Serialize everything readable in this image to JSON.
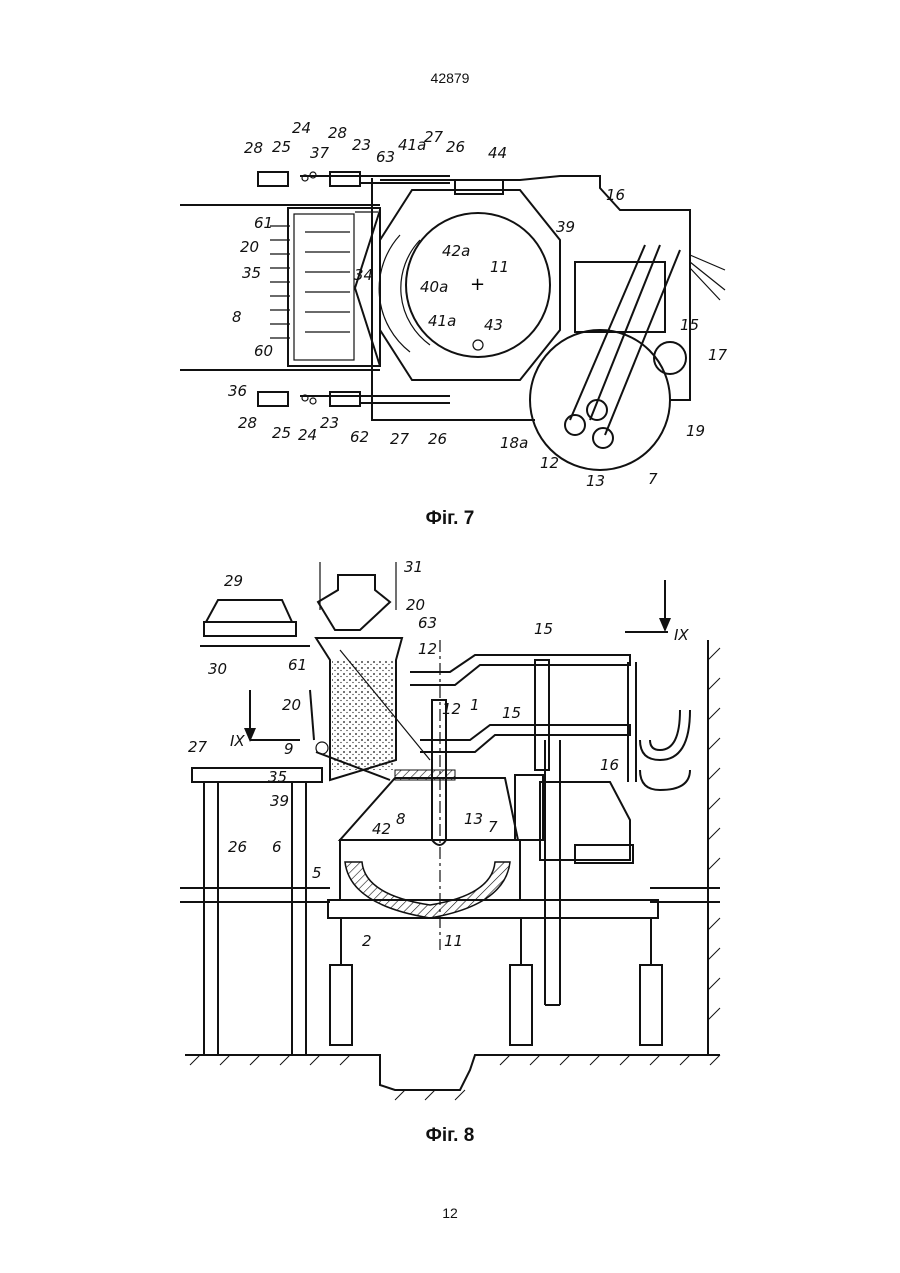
{
  "page": {
    "number_top": "42879",
    "number_bottom": "12"
  },
  "figures": [
    {
      "caption": "Фіг. 7",
      "labels": [
        "28",
        "25",
        "24",
        "37",
        "28",
        "23",
        "63",
        "41a",
        "27",
        "26",
        "44",
        "61",
        "39",
        "16",
        "20",
        "42a",
        "11",
        "35",
        "34",
        "40a",
        "15",
        "8",
        "41a",
        "43",
        "60",
        "17",
        "36",
        "28",
        "25",
        "24",
        "23",
        "62",
        "27",
        "26",
        "18a",
        "12",
        "13",
        "7",
        "19"
      ]
    },
    {
      "caption": "Фіг. 8",
      "labels": [
        "31",
        "29",
        "20",
        "63",
        "30",
        "12",
        "15",
        "IX",
        "61",
        "20",
        "12",
        "1",
        "15",
        "27",
        "IX",
        "9",
        "35",
        "16",
        "39",
        "42",
        "8",
        "13",
        "7",
        "26",
        "6",
        "5",
        "2",
        "11"
      ]
    }
  ]
}
